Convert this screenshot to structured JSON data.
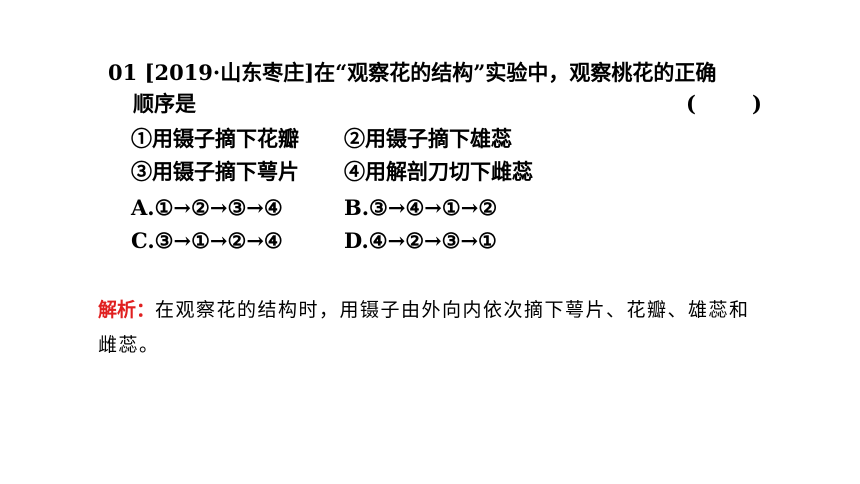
{
  "question": {
    "number_source": "01 [2019·山东枣庄]",
    "stem_line1": "在“观察花的结构”实验中，观察桃花的正确",
    "stem_line2": "顺序是",
    "answer_bracket_open": "(",
    "answer_bracket_close": ")",
    "steps": [
      "①用镊子摘下花瓣",
      "②用镊子摘下雄蕊",
      "③用镊子摘下萼片",
      "④用解剖刀切下雌蕊"
    ],
    "options": [
      "A.①→②→③→④",
      "B.③→④→①→②",
      "C.③→①→②→④",
      "D.④→②→③→①"
    ]
  },
  "analysis": {
    "label": "解析：",
    "text": "在观察花的结构时，用镊子由外向内依次摘下萼片、花瓣、雄蕊和雌蕊。"
  },
  "colors": {
    "analysis_label": "#e02020",
    "text": "#000000",
    "background": "#ffffff"
  }
}
